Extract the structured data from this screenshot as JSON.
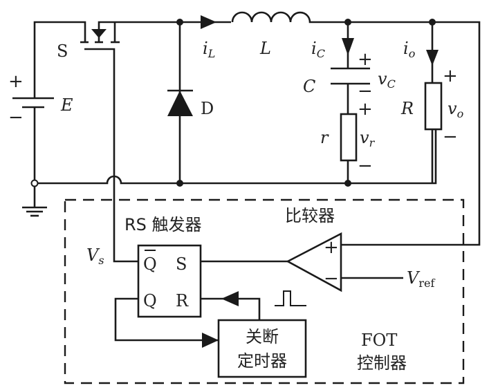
{
  "labels": {
    "source": "E",
    "switch": "S",
    "diode": "D",
    "inductor": "L",
    "inductor_current": "i",
    "inductor_current_sub": "L",
    "capacitor": "C",
    "capacitor_current": "i",
    "capacitor_current_sub": "C",
    "capacitor_voltage": "v",
    "capacitor_voltage_sub": "C",
    "esr": "r",
    "esr_voltage": "v",
    "esr_voltage_sub": "r",
    "load": "R",
    "output_current": "i",
    "output_current_sub": "o",
    "output_voltage": "v",
    "output_voltage_sub": "o",
    "gate_signal": "V",
    "gate_signal_sub": "s",
    "reference": "V",
    "reference_sub": "ref",
    "plus": "+",
    "minus": "−"
  },
  "controller": {
    "rs_flipflop": "RS 触发器",
    "comparator": "比较器",
    "qbar": "Q",
    "q": "Q",
    "s": "S",
    "r": "R",
    "timer_line1": "关断",
    "timer_line2": "定时器",
    "title_line1": "FOT",
    "title_line2": "控制器"
  }
}
